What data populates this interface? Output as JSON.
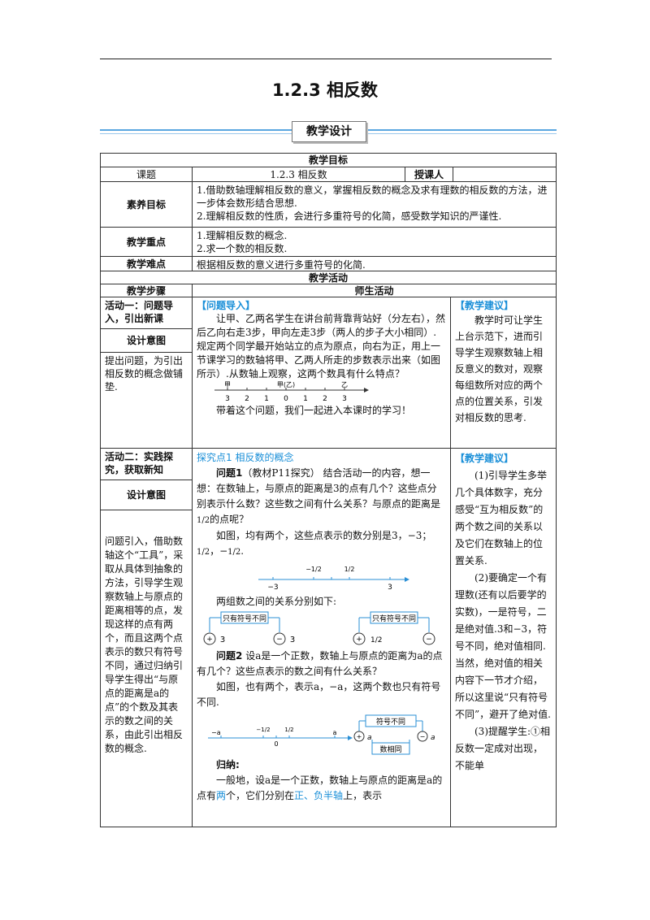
{
  "doc": {
    "title": "1.2.3 相反数",
    "banner": "教学设计"
  },
  "goals": {
    "header": "教学目标",
    "topic_label": "课题",
    "topic_value": "1.2.3 相反数",
    "teacher_label": "授课人",
    "teacher_value": "",
    "literacy_label": "素养目标",
    "literacy_1": "1.借助数轴理解相反数的意义，掌握相反数的概念及求有理数的相反数的方法，进一步体会数形结合思想.",
    "literacy_2": "2.理解相反数的性质，会进行多重符号的化简，感受数学知识的严谨性.",
    "key_label": "教学重点",
    "key_1": "1.理解相反数的概念.",
    "key_2": "2.求一个数的相反数.",
    "diff_label": "教学难点",
    "diff_1": "根据相反数的意义进行多重符号的化简."
  },
  "activities": {
    "header": "教学活动",
    "steps_label": "教学步骤",
    "teacher_student_label": "师生活动",
    "a1": {
      "name": "活动一：问题导入，引出新课",
      "design_label": "设计意图",
      "design_text": "提出问题，为引出相反数的概念做铺垫.",
      "tag": "【问题导入】",
      "text": "让甲、乙两名学生在讲台前背靠背站好（分左右），然后乙向右走3步，甲向左走3步（两人的步子大小相同）.规定两个同学最开始站立的点为原点，向右为正，用上一节课学习的数轴将甲、乙两人所走的步数表示出来（如图所示）.从数轴上观察，这两个数具有什么特点？",
      "axis": {
        "labels": [
          "3",
          "2",
          "1",
          "0",
          "1",
          "2",
          "3"
        ],
        "jia": "甲",
        "origin": "甲(乙)",
        "yi": "乙"
      },
      "closing": "带着这个问题，我们一起进入本课时的学习！",
      "suggest_tag": "【教学建议】",
      "suggest_text": "教学时可让学生上台示范下，进而引导学生观察数轴上相反意义的数对，观察每组数所对应的两个点的位置关系，引发对相反数的思考."
    },
    "a2": {
      "name": "活动二：实践探究，获取新知",
      "design_label": "设计意图",
      "design_text": "问题引入，借助数轴这个“工具”，采取从具体到抽象的方法，引导学生观察数轴上与原点的距离相等的点，发现这样的点有两个，而且这两个点表示的数只有符号不同，通过归纳引导学生得出“与原点的距离是a的点”的个数及其表示的数之间的关系，由此引出相反数的概念.",
      "tag": "探究点1 相反数的概念",
      "q1_label": "问题1",
      "q1_text": "（教材P11探究） 结合活动一的内容，想一想：在数轴上，与原点的距离是3的点有几个？这些点分别表示什么数？这些数之间有什么关系？与原点的距离是",
      "q1_text2": "的点呢？",
      "q1_answer": "如图，均有两个，这些点表示的数分别是3，−3；",
      "q1_answer2": "，−",
      "fig1": {
        "labels": [
          "−3",
          "−1/2",
          "1/2",
          "3"
        ]
      },
      "relation": "两组数之间的关系分别如下:",
      "box_label": "只有符号不同",
      "pair1": [
        "3",
        "−3"
      ],
      "q2_label": "问题2",
      "q2_text": "设a是一个正数，数轴上与原点的距离为a的点有几个？这些点表示的数之间有什么关系？",
      "q2_answer": "如图，也有两个，表示a，−a，这两个数也只有符号不同.",
      "fig2": {
        "labels": [
          "−a",
          "−1/2",
          "0",
          "1/2",
          "a"
        ],
        "top": "符号不同",
        "bottom": "数相同",
        "plus": "a",
        "minus": "a"
      },
      "induce_label": "归纳:",
      "induce_text_a": "一般地，设a是一个正数，数轴上与原点的距离是a的点有",
      "induce_two": "两",
      "induce_text_b": "个，它们分别在",
      "induce_pos": "正、负半轴",
      "induce_text_c": "上，表示",
      "suggest_tag": "【教学建议】",
      "s1": "(1)引导学生多举几个具体数字，充分感受“互为相反数”的两个数之间的关系以及它们在数轴上的位置关系.",
      "s2": "(2)要确定一个有理数(还有以后要学的实数)，一是符号，二是绝对值.3和−3，符号不同，绝对值相同.当然，绝对值的相关内容下一节才介绍，所以这里说“只有符号不同”，避开了绝对值.",
      "s3": "(3)提醒学生:①相反数一定成对出现，不能单"
    }
  }
}
